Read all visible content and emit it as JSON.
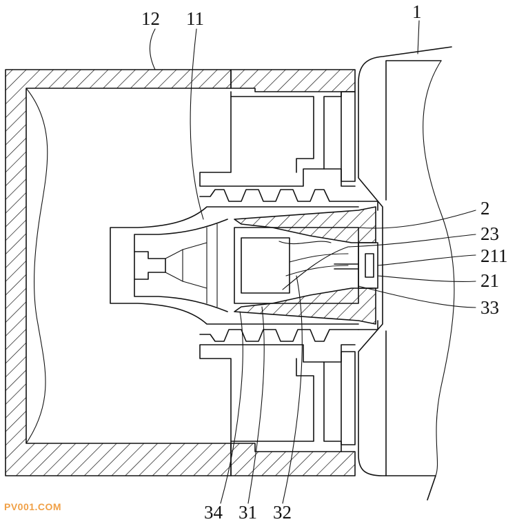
{
  "figure": {
    "reference_labels": {
      "part_1": "1",
      "part_2": "2",
      "part_11": "11",
      "part_12": "12",
      "part_21": "21",
      "part_23": "23",
      "part_211": "211",
      "part_31": "31",
      "part_32": "32",
      "part_33": "33",
      "part_34": "34"
    },
    "watermark": "PV001.COM",
    "colors": {
      "line": "#111111",
      "background": "#ffffff",
      "watermark": "#f0a046"
    }
  }
}
